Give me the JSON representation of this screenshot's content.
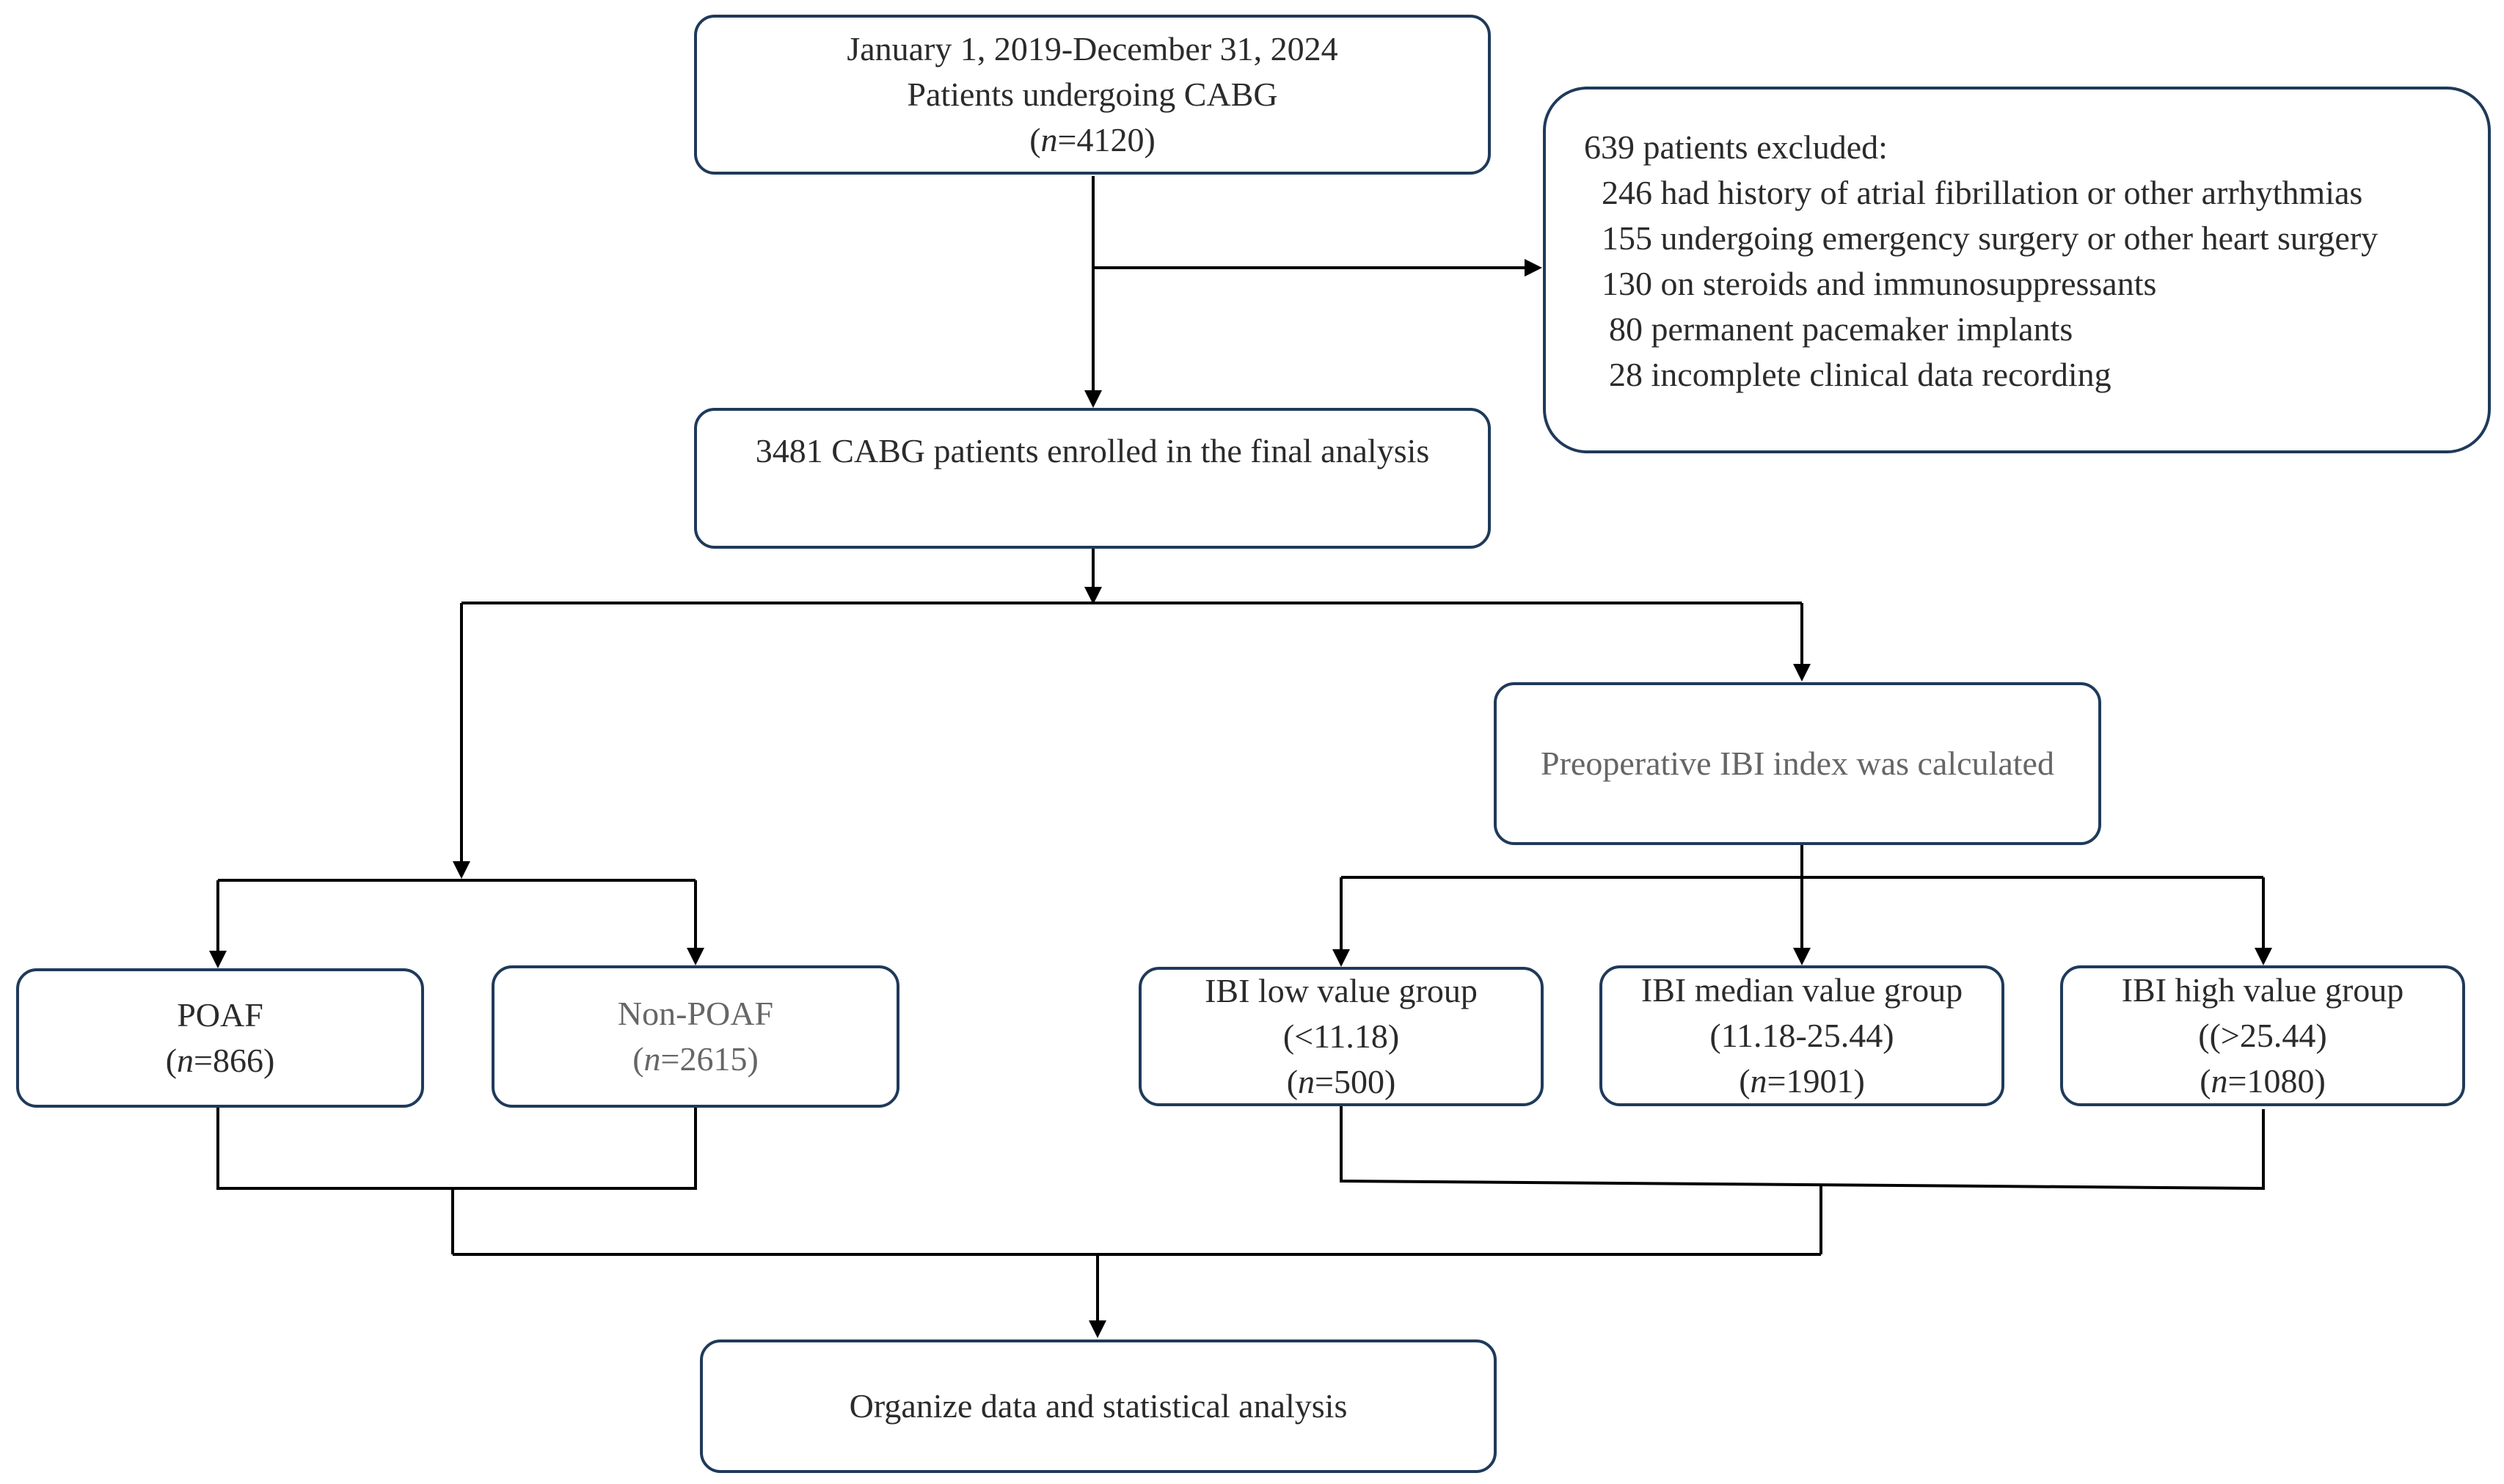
{
  "flowchart": {
    "start": {
      "lines": [
        "January 1, 2019-December 31, 2024",
        "Patients undergoing CABG"
      ],
      "n_label": "n",
      "n_value": "=4120"
    },
    "exclusion": {
      "header": "639 patients excluded:",
      "items": [
        "246 had history of atrial fibrillation or other arrhythmias",
        "155 undergoing emergency surgery or other heart surgery",
        "130 on steroids and immunosuppressants",
        "80 permanent pacemaker implants",
        "28 incomplete clinical data recording"
      ]
    },
    "enrolled": {
      "text": "3481 CABG patients enrolled in the final analysis"
    },
    "ibi_calc": {
      "text": "Preoperative IBI index was calculated"
    },
    "poaf": {
      "title": "POAF",
      "n_label": "n",
      "n_value": "=866"
    },
    "non_poaf": {
      "title": "Non-POAF",
      "n_label": "n",
      "n_value": "=2615"
    },
    "ibi_low": {
      "title": "IBI low value group",
      "range": "(<11.18)",
      "n_label": "n",
      "n_value": "=500"
    },
    "ibi_median": {
      "title": "IBI median value group",
      "range": "(11.18-25.44)",
      "n_label": "n",
      "n_value": "=1901"
    },
    "ibi_high": {
      "title": "IBI high value group",
      "range": "((>25.44)",
      "n_label": "n",
      "n_value": "=1080"
    },
    "final": {
      "text": "Organize data and statistical analysis"
    }
  },
  "colors": {
    "box_border": "#1f3a5a",
    "connector": "#000000",
    "text": "#2b2b2b",
    "muted_text": "#666666"
  }
}
